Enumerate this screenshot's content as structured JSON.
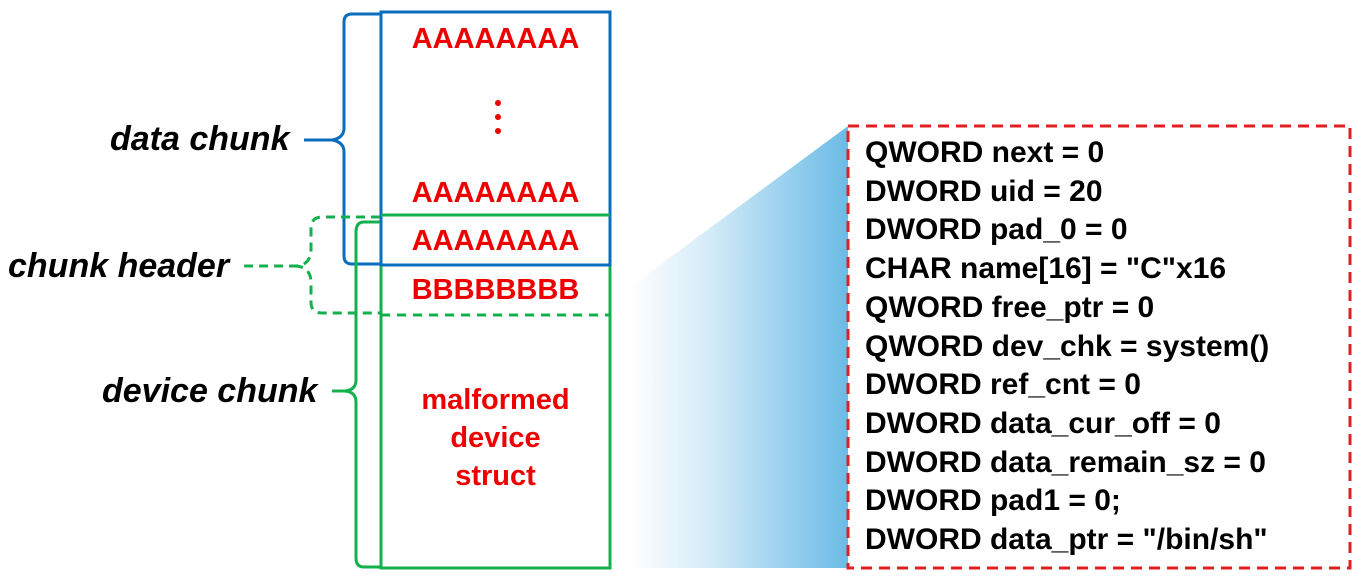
{
  "labels": {
    "data_chunk": "data chunk",
    "chunk_header": "chunk header",
    "device_chunk": "device chunk"
  },
  "memory": {
    "row1": "AAAAAAAA",
    "row2": "AAAAAAAA",
    "row3": "AAAAAAAA",
    "row4": "BBBBBBBB",
    "device_text": [
      "malformed",
      "device",
      "struct"
    ]
  },
  "struct_fields": [
    "QWORD next = 0",
    "DWORD uid = 20",
    "DWORD pad_0 = 0",
    "CHAR name[16] = \"C\"x16",
    "QWORD free_ptr = 0",
    "QWORD dev_chk = system()",
    "DWORD ref_cnt = 0",
    "DWORD data_cur_off = 0",
    "DWORD data_remain_sz = 0",
    "DWORD pad1 = 0;",
    "DWORD data_ptr = \"/bin/sh\""
  ],
  "colors": {
    "data_chunk": "#0b6ebd",
    "device_chunk": "#14b04d",
    "highlight_text": "#ee0000",
    "detail_border": "#e02020",
    "zoom_gradient": "#6bbbe6"
  }
}
